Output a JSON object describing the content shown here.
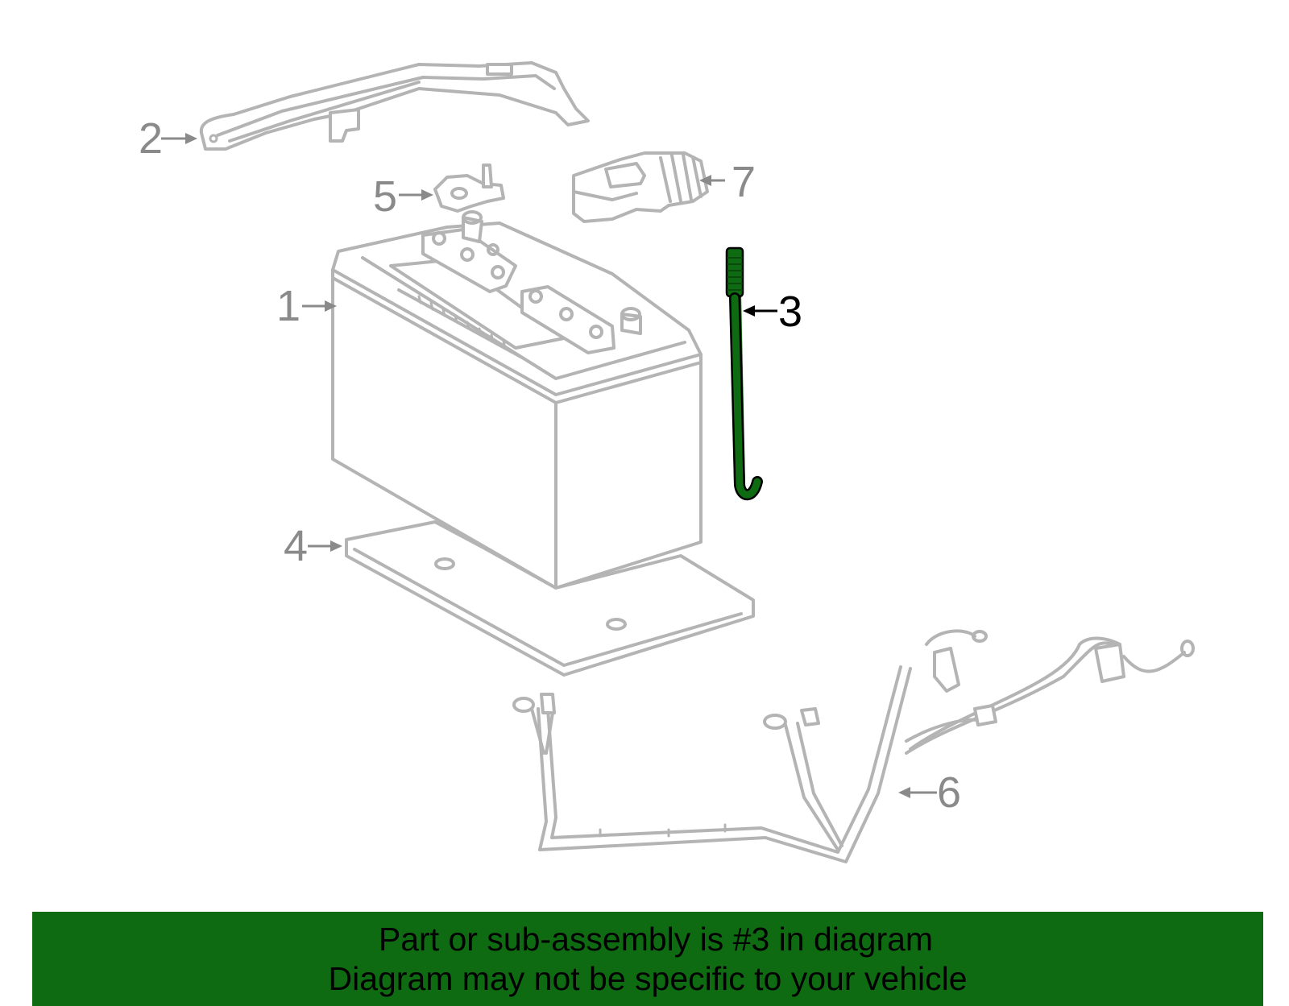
{
  "diagram": {
    "callouts": [
      {
        "label": "1",
        "part": "battery"
      },
      {
        "label": "2",
        "part": "hold-down-bracket"
      },
      {
        "label": "3",
        "part": "hold-down-rod",
        "highlighted": true
      },
      {
        "label": "4",
        "part": "battery-tray"
      },
      {
        "label": "5",
        "part": "terminal-clamp"
      },
      {
        "label": "6",
        "part": "cable-harness"
      },
      {
        "label": "7",
        "part": "terminal-cover"
      }
    ],
    "colors": {
      "highlight_part": "#0f6b12",
      "faded_part": "#b4b4b4",
      "callout_text": "#8a8a8a",
      "active_callout_text": "#000000"
    }
  },
  "banner": {
    "line1": "Part or sub-assembly is #3 in diagram",
    "line2": "Diagram may not be specific to your vehicle",
    "background": "#0f6b12"
  }
}
